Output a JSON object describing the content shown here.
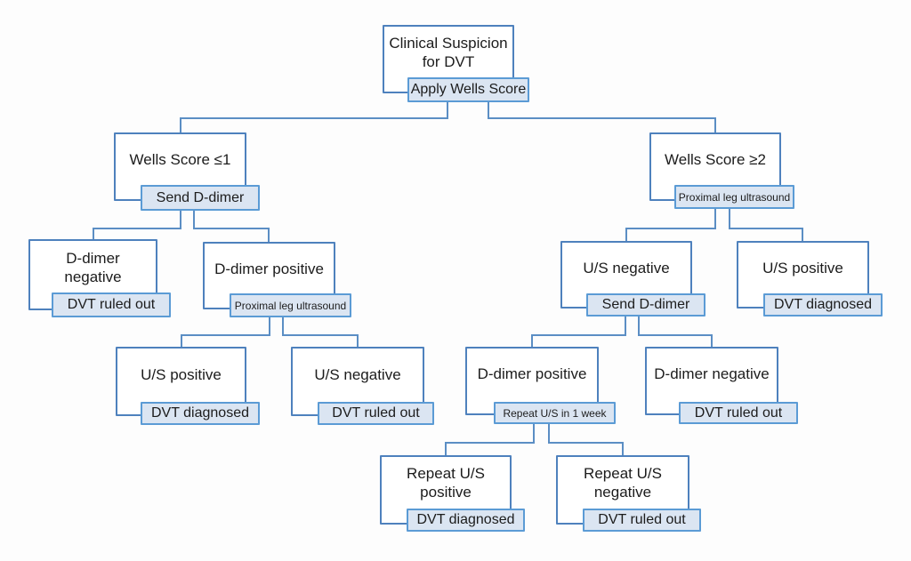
{
  "title": "DVT diagnostic decision flowchart",
  "colors": {
    "box_border": "#4e81bd",
    "tag_border": "#5b9bd5",
    "tag_fill": "#dbe5f2",
    "connector": "#5b8ec4",
    "text": "#1c1c1c",
    "background": "#fdfdfd"
  },
  "nodes": [
    {
      "label": "Clinical Suspicion\nfor DVT",
      "tag": "Apply Wells Score"
    },
    {
      "label": "Wells Score ≤1",
      "tag": "Send D-dimer"
    },
    {
      "label": "Wells Score ≥2",
      "tag": "Proximal leg ultrasound"
    },
    {
      "label": "D-dimer\nnegative",
      "tag": "DVT ruled out"
    },
    {
      "label": "D-dimer positive",
      "tag": "Proximal leg ultrasound"
    },
    {
      "label": "U/S positive",
      "tag": "DVT diagnosed"
    },
    {
      "label": "U/S negative",
      "tag": "DVT ruled out"
    },
    {
      "label": "U/S negative",
      "tag": "Send D-dimer"
    },
    {
      "label": "U/S positive",
      "tag": "DVT diagnosed"
    },
    {
      "label": "D-dimer positive",
      "tag": "Repeat U/S in 1 week"
    },
    {
      "label": "D-dimer negative",
      "tag": "DVT ruled out"
    },
    {
      "label": "Repeat U/S\npositive",
      "tag": "DVT diagnosed"
    },
    {
      "label": "Repeat U/S\nnegative",
      "tag": "DVT ruled out"
    }
  ]
}
